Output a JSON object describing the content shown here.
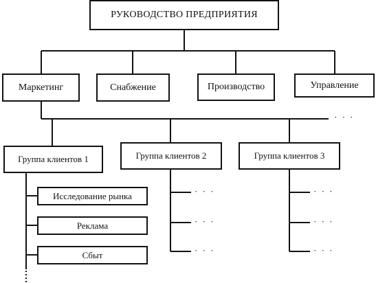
{
  "top": {
    "label": "РУКОВОДСТВО ПРЕДПРИЯТИЯ"
  },
  "departments": [
    {
      "label": "Маркетинг"
    },
    {
      "label": "Снабжение"
    },
    {
      "label": "Производство"
    },
    {
      "label": "Управление"
    }
  ],
  "client_groups": [
    {
      "label": "Группа клиентов 1"
    },
    {
      "label": "Группа клиентов 2"
    },
    {
      "label": "Группа клиентов 3"
    }
  ],
  "group1_subunits": [
    {
      "label": "Исследование рынка"
    },
    {
      "label": "Реклама"
    },
    {
      "label": "Сбыт"
    }
  ],
  "continuation_marker": "· · ·",
  "colors": {
    "line": "#111111",
    "background": "#ffffff"
  }
}
